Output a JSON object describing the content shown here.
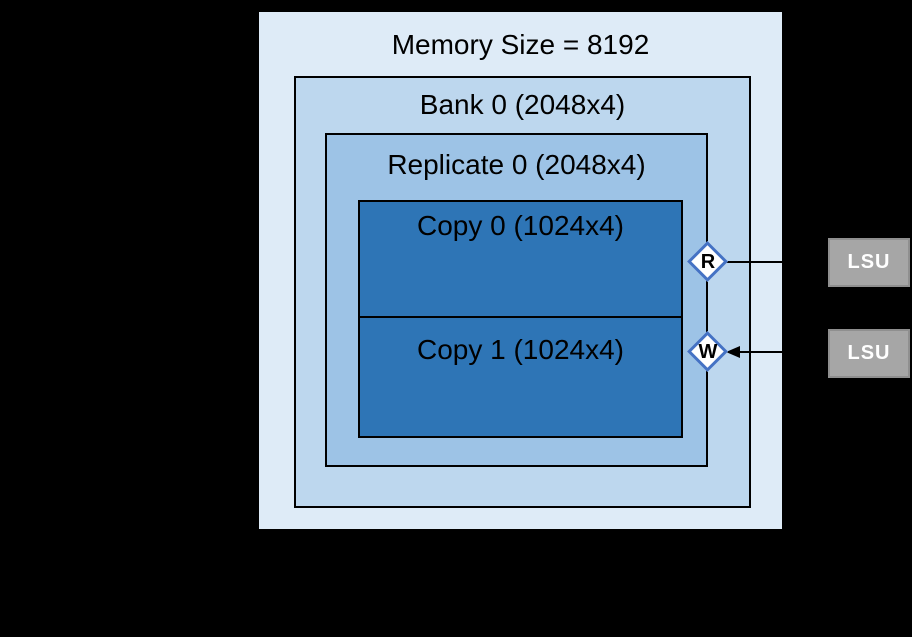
{
  "background": "#000000",
  "memory": {
    "label": "Memory Size = 8192",
    "fill": "#DEEBF7"
  },
  "bank": {
    "label": "Bank 0 (2048x4)",
    "fill": "#BDD7EE"
  },
  "replicate": {
    "label": "Replicate 0 (2048x4)",
    "fill": "#9DC3E6"
  },
  "copies": [
    {
      "label": "Copy 0 (1024x4)"
    },
    {
      "label": "Copy 1 (1024x4)"
    }
  ],
  "copy_fill": "#2E75B6",
  "ports": {
    "read": {
      "label": "R"
    },
    "write": {
      "label": "W"
    },
    "fill": "#FFFFFF",
    "border_color": "#4472C4"
  },
  "lsu": {
    "read_unit": {
      "label": "LSU"
    },
    "write_unit": {
      "label": "LSU"
    },
    "fill": "#A6A6A6"
  }
}
